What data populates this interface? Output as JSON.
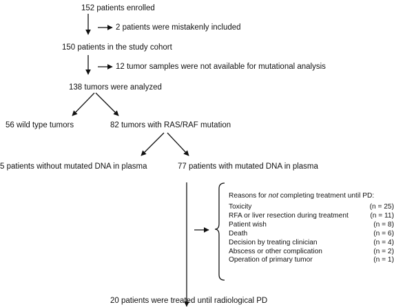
{
  "flow": {
    "enrolled": "152 patients enrolled",
    "excluded": "2 patients were mistakenly included",
    "cohort": "150 patients in the study cohort",
    "not_available": "12 tumor samples were not available for mutational analysis",
    "analyzed": "138 tumors were analyzed",
    "wild_type": "56 wild type tumors",
    "mutated": "82 tumors with RAS/RAF mutation",
    "no_dna": "5 patients without mutated DNA in plasma",
    "with_dna": "77 patients with mutated DNA in plasma",
    "final": "20 patients were treated until radiological PD"
  },
  "reasons": {
    "title_before": "Reasons for ",
    "title_italic": "not",
    "title_after": " completing treatment until PD:",
    "items": [
      {
        "label": "Toxicity",
        "count": "(n = 25)"
      },
      {
        "label": "RFA or liver resection during treatment",
        "count": "(n = 11)"
      },
      {
        "label": "Patient wish",
        "count": "(n = 8)"
      },
      {
        "label": "Death",
        "count": "(n = 6)"
      },
      {
        "label": "Decision by treating clinician",
        "count": "(n = 4)"
      },
      {
        "label": "Abscess or other complication",
        "count": "(n = 2)"
      },
      {
        "label": "Operation of primary tumor",
        "count": "(n = 1)"
      }
    ]
  }
}
